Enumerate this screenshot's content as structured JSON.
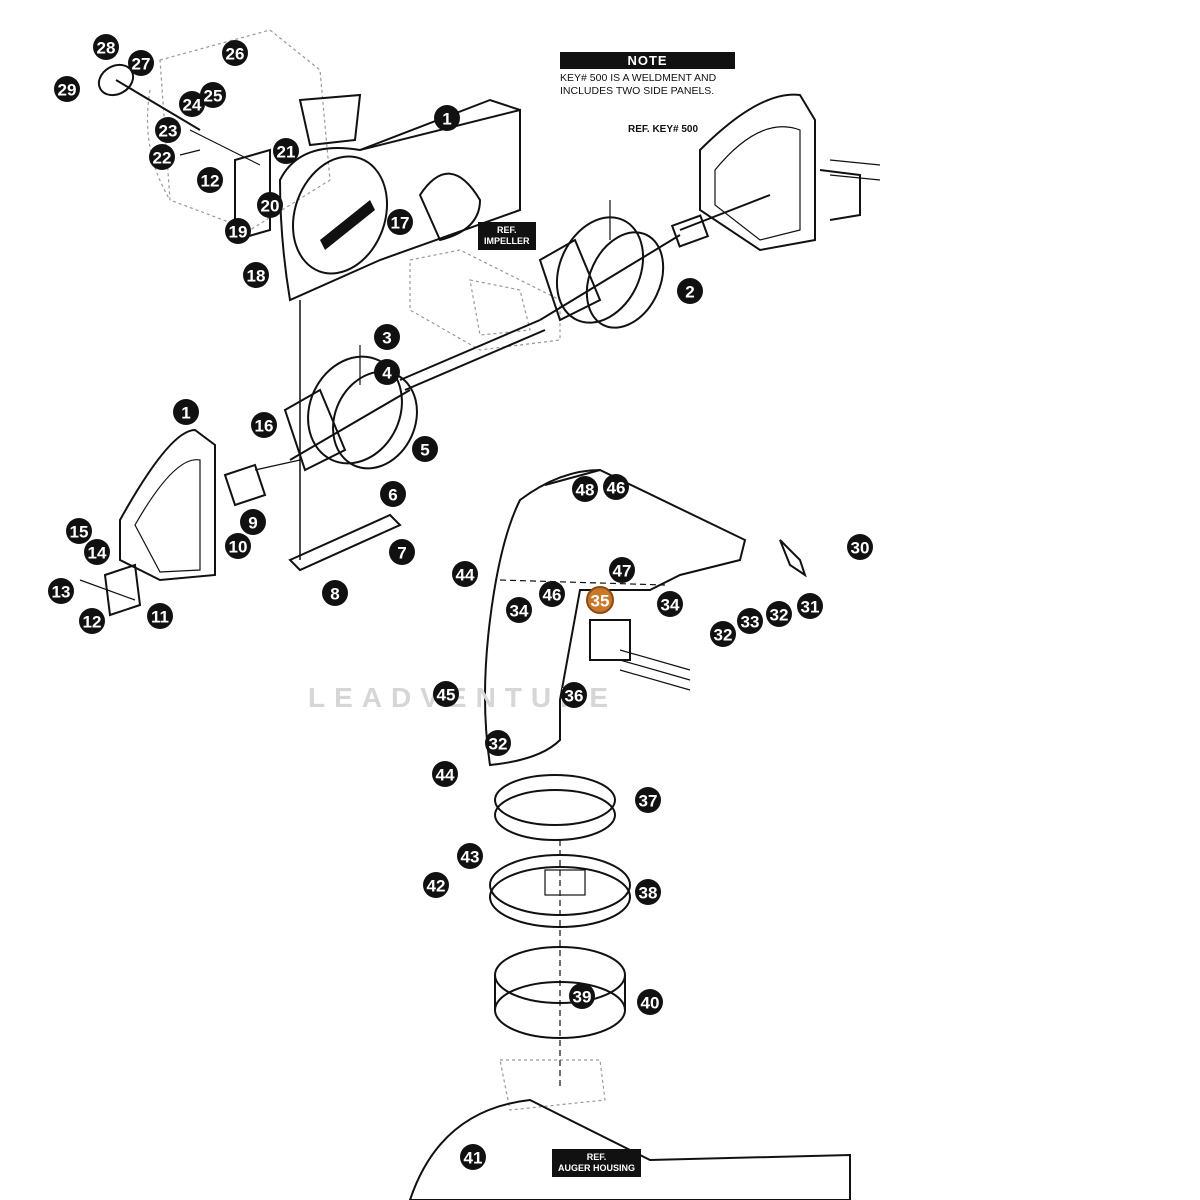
{
  "note": {
    "title": "NOTE",
    "lines": [
      "KEY# 500 IS A WELDMENT AND",
      "INCLUDES TWO SIDE PANELS."
    ]
  },
  "ref_key_label": "REF. KEY# 500",
  "ref_tags": {
    "impeller": [
      "REF.",
      "IMPELLER"
    ],
    "auger_housing": [
      "REF.",
      "AUGER HOUSING"
    ]
  },
  "watermark": "LEADVENTURE",
  "colors": {
    "callout": "#111111",
    "highlight": "#c9782a"
  },
  "highlighted_callout": "35",
  "callouts": [
    "28",
    "27",
    "29",
    "26",
    "24",
    "25",
    "23",
    "22",
    "21",
    "12",
    "20",
    "19",
    "17",
    "18",
    "1",
    "2",
    "3",
    "4",
    "16",
    "5",
    "6",
    "9",
    "10",
    "15",
    "14",
    "13",
    "12",
    "11",
    "7",
    "8",
    "48",
    "46",
    "30",
    "44",
    "47",
    "34",
    "46",
    "35",
    "34",
    "32",
    "33",
    "32",
    "31",
    "45",
    "36",
    "32",
    "44",
    "37",
    "43",
    "42",
    "38",
    "39",
    "40",
    "41",
    "1"
  ]
}
